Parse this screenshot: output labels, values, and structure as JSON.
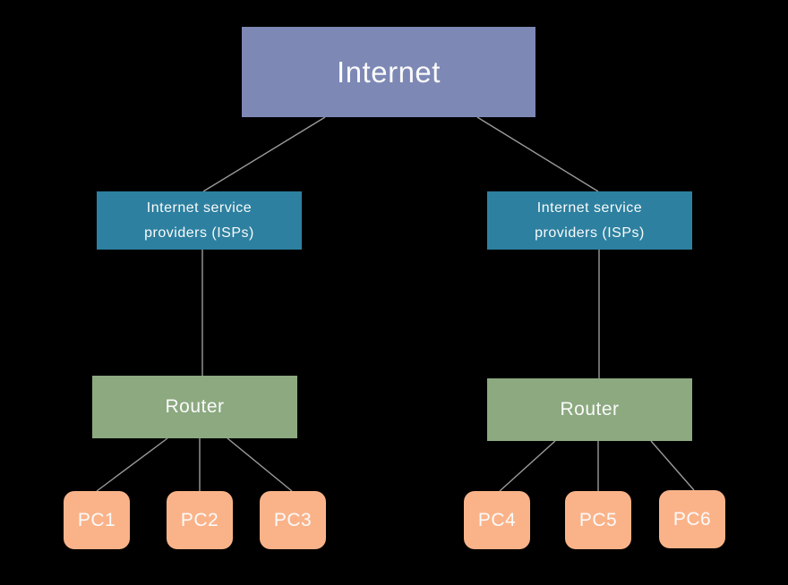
{
  "diagram": {
    "internet": {
      "label": "Internet"
    },
    "isps": [
      {
        "line1": "Internet service",
        "line2": "providers (ISPs)"
      },
      {
        "line1": "Internet service",
        "line2": "providers (ISPs)"
      }
    ],
    "routers": [
      {
        "label": "Router"
      },
      {
        "label": "Router"
      }
    ],
    "pcs": [
      {
        "label": "PC1"
      },
      {
        "label": "PC2"
      },
      {
        "label": "PC3"
      },
      {
        "label": "PC4"
      },
      {
        "label": "PC5"
      },
      {
        "label": "PC6"
      }
    ]
  },
  "colors": {
    "background": "#000000",
    "internet_box": "#7D88B5",
    "isp_box": "#2D80A0",
    "router_box": "#8CA980",
    "pc_box": "#FAB389",
    "connector": "#9A9A9A",
    "text": "#FAFAFA"
  }
}
